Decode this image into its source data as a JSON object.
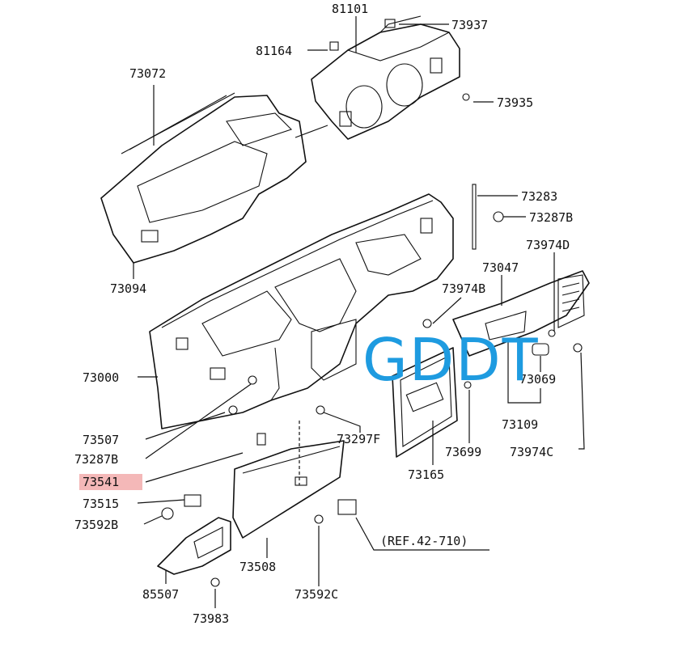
{
  "watermark": "GDDT",
  "highlight_color": "#f4b8b8",
  "watermark_color": "#1e9be0",
  "parts": [
    {
      "id": "p81101",
      "label": "81101"
    },
    {
      "id": "p73937",
      "label": "73937"
    },
    {
      "id": "p81164",
      "label": "81164"
    },
    {
      "id": "p73072",
      "label": "73072"
    },
    {
      "id": "p73935",
      "label": "73935"
    },
    {
      "id": "p73283",
      "label": "73283"
    },
    {
      "id": "p73287B_top",
      "label": "73287B"
    },
    {
      "id": "p73094",
      "label": "73094"
    },
    {
      "id": "p73974D",
      "label": "73974D"
    },
    {
      "id": "p73047",
      "label": "73047"
    },
    {
      "id": "p73974B",
      "label": "73974B"
    },
    {
      "id": "p73000",
      "label": "73000"
    },
    {
      "id": "p73069",
      "label": "73069"
    },
    {
      "id": "p73507",
      "label": "73507"
    },
    {
      "id": "p73297F",
      "label": "73297F"
    },
    {
      "id": "p73109",
      "label": "73109"
    },
    {
      "id": "p73287B_low",
      "label": "73287B"
    },
    {
      "id": "p73699",
      "label": "73699"
    },
    {
      "id": "p73974C",
      "label": "73974C"
    },
    {
      "id": "p73165",
      "label": "73165"
    },
    {
      "id": "p73541",
      "label": "73541",
      "highlighted": true
    },
    {
      "id": "p73515",
      "label": "73515"
    },
    {
      "id": "p73592B",
      "label": "73592B"
    },
    {
      "id": "pREF",
      "label": "(REF.42-710)"
    },
    {
      "id": "p73508",
      "label": "73508"
    },
    {
      "id": "p85507",
      "label": "85507"
    },
    {
      "id": "p73592C",
      "label": "73592C"
    },
    {
      "id": "p73983",
      "label": "73983"
    }
  ]
}
